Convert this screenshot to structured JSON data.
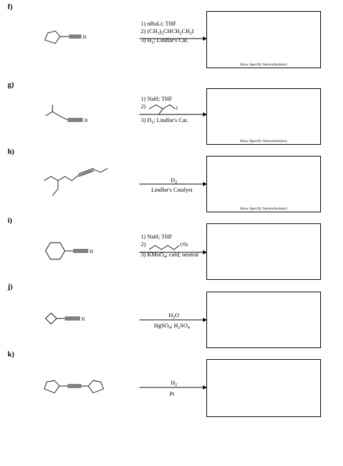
{
  "problems": [
    {
      "label": "f)",
      "reagents": [
        "1)  nBuLi; THF",
        "3)  H",
        "; Lindlar's Cat."
      ],
      "step2_parts": [
        "2)  (CH",
        "3",
        ")",
        "2",
        "CHCH",
        "2",
        "CH",
        "2",
        "I"
      ],
      "note": "Show Specific Stereochemistry",
      "atom": "H"
    },
    {
      "label": "g)",
      "reagents": [
        "1)  NaH; THF",
        "2)",
        "3)  D",
        "; Lindlar's Cat."
      ],
      "note": "Show Specific Stereochemistry",
      "atom": "H",
      "halide": "I"
    },
    {
      "label": "h)",
      "reagent_top": "D",
      "reagent_bottom": "Lindlar's Catalyst",
      "note": "Show Specific Stereochemistry"
    },
    {
      "label": "i)",
      "reagents": [
        "1)  NaH; THF",
        "2)",
        "3)  KMnO",
        "; cold; neutral"
      ],
      "atom": "H",
      "leaving_group": "OTs"
    },
    {
      "label": "j)",
      "reagent_top": "H",
      "reagent_top_tail": "O",
      "reagent_bottom_parts": [
        "HgSO",
        "4",
        "; H",
        "2",
        "SO",
        "4"
      ],
      "atom": "H"
    },
    {
      "label": "k)",
      "reagent_top": "H",
      "reagent_bottom": "Pt"
    }
  ],
  "subscripts": {
    "two": "2",
    "four": "4"
  }
}
